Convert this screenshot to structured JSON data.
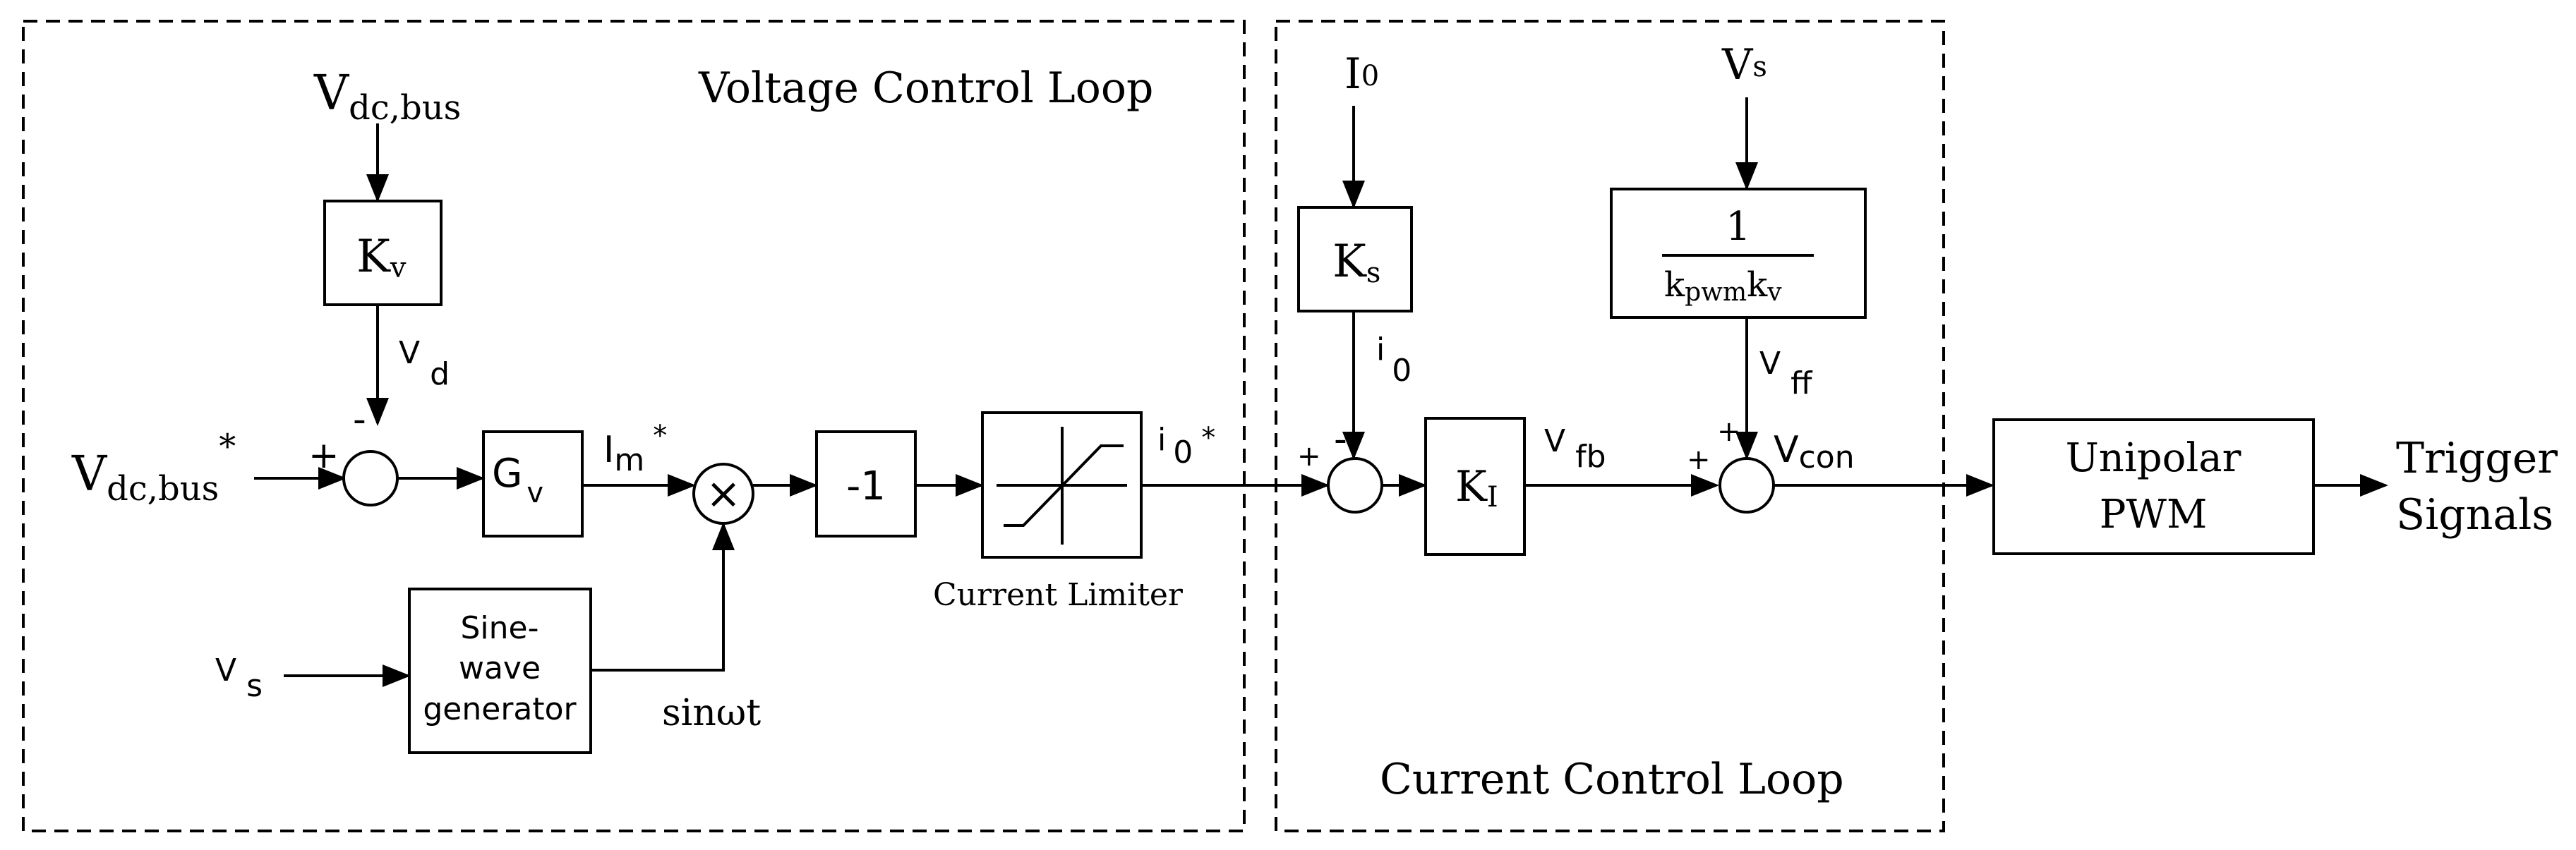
{
  "regions": {
    "voltage_loop_title": "Voltage Control Loop",
    "current_loop_title": "Current Control Loop"
  },
  "blocks": {
    "kv": "K",
    "kv_sub": "v",
    "gv": "G",
    "gv_sub": "v",
    "neg_one": "-1",
    "limiter_label": "Current Limiter",
    "sine_line1": "Sine-",
    "sine_line2": "wave",
    "sine_line3": "generator",
    "ks": "K",
    "ks_sub": "s",
    "ki": "K",
    "ki_sub": "I",
    "ff_num": "1",
    "ff_den_k1": "k",
    "ff_den_sub1": "pwm",
    "ff_den_k2": "k",
    "ff_den_sub2": "v",
    "pwm_line1": "Unipolar",
    "pwm_line2": "PWM"
  },
  "signals": {
    "vdcbus_top": "V",
    "vdcbus_top_sub": "dc,bus",
    "vdcbus_ref": "V",
    "vdcbus_ref_sub": "dc,bus",
    "vdcbus_ref_star": "*",
    "vd": "V",
    "vd_sub": "d",
    "im": "I",
    "im_sub": "m",
    "im_star": "*",
    "vs_left": "V",
    "vs_left_sub": "s",
    "sinwt": "sinωt",
    "i0_ref": "i",
    "i0_ref_sub": "0",
    "i0_ref_star": "*",
    "i0_top": "I",
    "i0_top_sub": "0",
    "i0_fb": "i",
    "i0_fb_sub": "0",
    "vs_top": "V",
    "vs_top_sub": "s",
    "vff": "V",
    "vff_sub": "ff",
    "vfb": "V",
    "vfb_sub": "fb",
    "vcon": "V",
    "vcon_sub": "con",
    "trigger_line1": "Trigger",
    "trigger_line2": "Signals"
  },
  "signs": {
    "plus": "+",
    "minus": "-",
    "multiply": "×"
  }
}
